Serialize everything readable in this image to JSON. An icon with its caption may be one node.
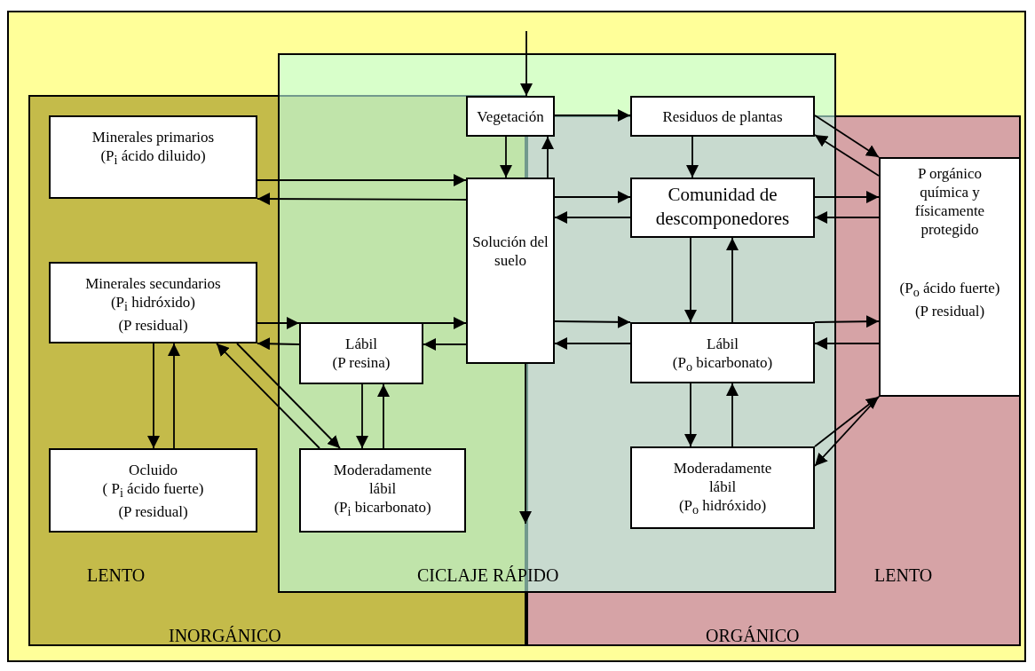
{
  "diagram": {
    "nodes": [
      {
        "text": [
          "Vegetación"
        ]
      },
      {
        "text": [
          "Residuos de plantas"
        ]
      },
      {
        "text": [
          "Minerales primarios",
          "(P$_{i}$  ácido diluido)"
        ]
      },
      {
        "text": [
          "Solución del suelo"
        ]
      },
      {
        "text": [
          "Comunidad de descomponedores"
        ]
      },
      {
        "text": [
          "P orgánico química y físicamente protegido",
          "(P$_{o}$ ácido fuerte)",
          "(P residual)"
        ]
      },
      {
        "text": [
          "Minerales secundarios",
          "(P$_{i}$ hidróxido)",
          "(P residual)"
        ]
      },
      {
        "text": [
          "Lábil",
          "(P resina)"
        ]
      },
      {
        "text": [
          "Lábil",
          "(P$_{o}$ bicarbonato)"
        ]
      },
      {
        "text": [
          "Ocluido",
          "( P$_{i}$ ácido fuerte)",
          "(P residual)"
        ]
      },
      {
        "text": [
          "Moderadamente lábil",
          "(P$_{i}$ bicarbonato)"
        ]
      },
      {
        "text": [
          "Moderadamente lábil",
          "(P$_{o}$ hidróxido)"
        ]
      }
    ],
    "edges": [
      {
        "from": null,
        "to": 0,
        "arrow": "to"
      },
      {
        "from": 0,
        "to": 3,
        "arrow": "to"
      },
      {
        "from": 3,
        "to": 0,
        "arrow": "to"
      },
      {
        "from": 0,
        "to": 1,
        "arrow": "to"
      },
      {
        "from": 1,
        "to": 5,
        "arrow": "to"
      },
      {
        "from": 5,
        "to": 1,
        "arrow": "to"
      },
      {
        "from": 1,
        "to": 4,
        "arrow": "to"
      },
      {
        "from": 2,
        "to": 3,
        "arrow": "to"
      },
      {
        "from": 3,
        "to": 2,
        "arrow": "to"
      },
      {
        "from": 3,
        "to": 4,
        "arrow": "to"
      },
      {
        "from": 4,
        "to": 3,
        "arrow": "to"
      },
      {
        "from": 4,
        "to": 5,
        "arrow": "to"
      },
      {
        "from": 5,
        "to": 4,
        "arrow": "to"
      },
      {
        "from": 4,
        "to": 8,
        "arrow": "to"
      },
      {
        "from": 8,
        "to": 4,
        "arrow": "to"
      },
      {
        "from": 3,
        "to": 8,
        "arrow": "to"
      },
      {
        "from": 8,
        "to": 3,
        "arrow": "to"
      },
      {
        "from": 8,
        "to": 5,
        "arrow": "to"
      },
      {
        "from": 5,
        "to": 8,
        "arrow": "to"
      },
      {
        "from": 6,
        "to": 7,
        "arrow": "to"
      },
      {
        "from": 6,
        "to": 3,
        "arrow": "to"
      },
      {
        "from": 7,
        "to": 6,
        "arrow": "to"
      },
      {
        "from": 3,
        "to": 7,
        "arrow": "to"
      },
      {
        "from": 6,
        "to": 9,
        "arrow": "to"
      },
      {
        "from": 9,
        "to": 6,
        "arrow": "to"
      },
      {
        "from": 10,
        "to": 6,
        "arrow": "to"
      },
      {
        "from": 6,
        "to": 10,
        "arrow": "to"
      },
      {
        "from": 7,
        "to": 10,
        "arrow": "to"
      },
      {
        "from": 10,
        "to": 7,
        "arrow": "to"
      },
      {
        "from": 8,
        "to": 11,
        "arrow": "to"
      },
      {
        "from": 11,
        "to": 8,
        "arrow": "to"
      },
      {
        "from": 5,
        "to": 11,
        "arrow": "to"
      },
      {
        "from": 11,
        "to": 5,
        "arrow": "to"
      },
      {
        "from": 3,
        "to": null,
        "arrow": "to"
      }
    ],
    "labels": [
      "LENTO",
      "CICLAJE RÁPIDO",
      "LENTO",
      "INORGÁNICO",
      "ORGÁNICO"
    ]
  }
}
